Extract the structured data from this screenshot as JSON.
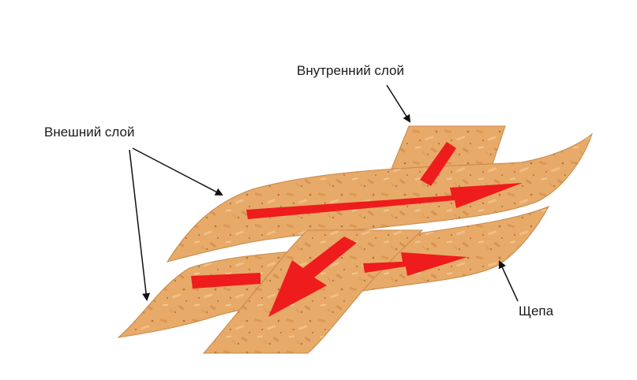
{
  "labels": {
    "inner_layer": "Внутренний слой",
    "outer_layer": "Внешний слой",
    "chip": "Щепа"
  },
  "colors": {
    "board": "#e7aa68",
    "board_edge": "#c9874a",
    "arrow": "#ee1c1c",
    "pointer": "#111111"
  },
  "icons": {
    "strand_direction_arrow": "red-arrow-icon",
    "callout_arrow": "black-arrow-icon"
  }
}
